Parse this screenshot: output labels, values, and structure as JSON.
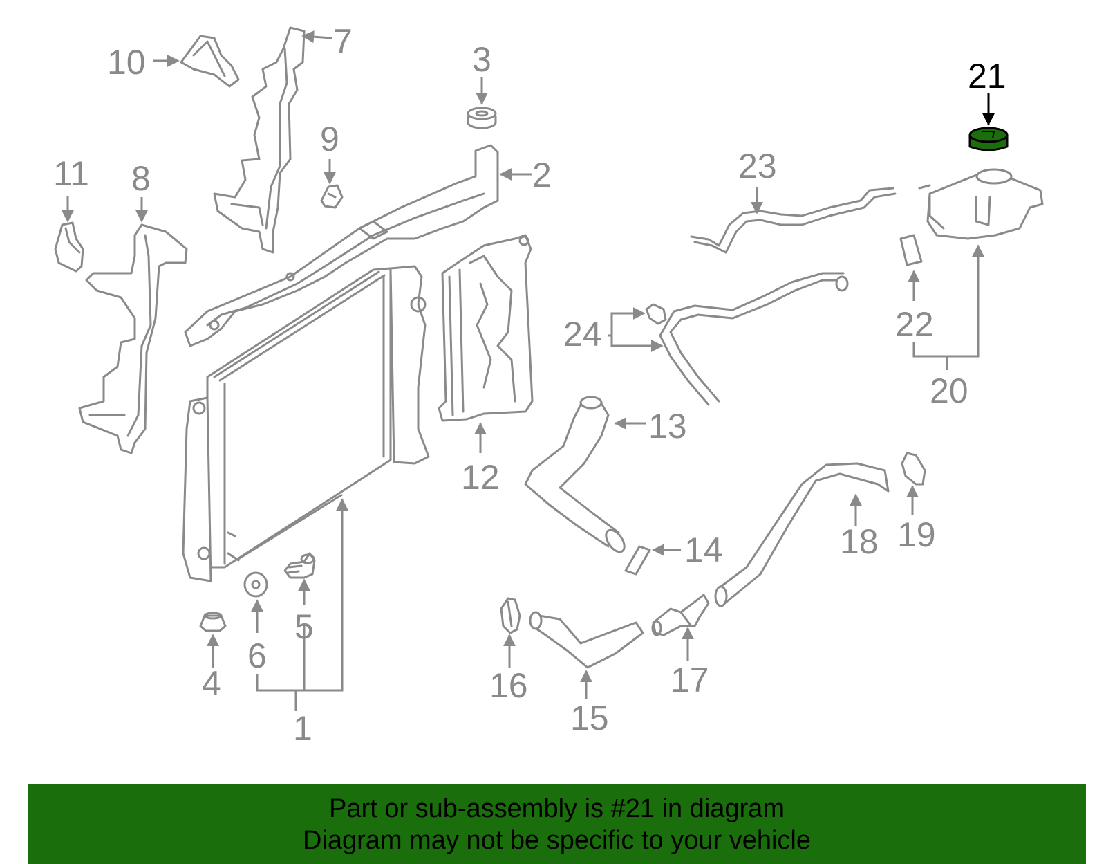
{
  "colors": {
    "part_stroke": "#8a8a8a",
    "highlight_part": "#1a6e0b",
    "banner_bg": "#1a6e0b",
    "text_highlight": "#000000"
  },
  "callouts": {
    "c1": "1",
    "c2": "2",
    "c3": "3",
    "c4": "4",
    "c5": "5",
    "c6": "6",
    "c7": "7",
    "c8": "8",
    "c9": "9",
    "c10": "10",
    "c11": "11",
    "c12": "12",
    "c13": "13",
    "c14": "14",
    "c15": "15",
    "c16": "16",
    "c17": "17",
    "c18": "18",
    "c19": "19",
    "c20": "20",
    "c21": "21",
    "c22": "22",
    "c23": "23",
    "c24": "24"
  },
  "highlighted_part": "21",
  "banner": {
    "line1": "Part or sub-assembly is #21 in diagram",
    "line2": "Diagram may not be specific to your vehicle"
  }
}
